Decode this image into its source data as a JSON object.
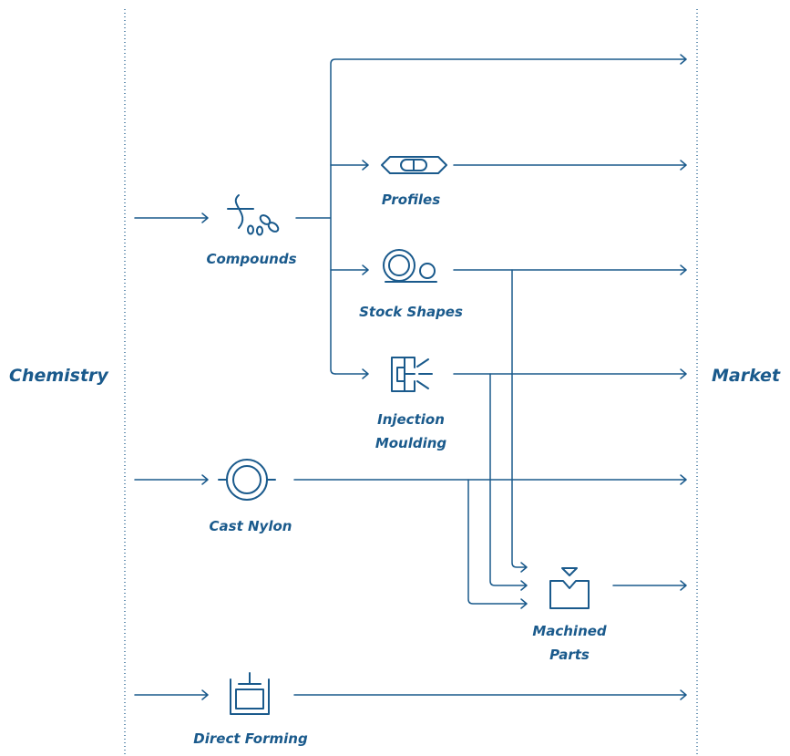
{
  "left_label": "Chemistry",
  "right_label": "Market",
  "nodes": {
    "compounds": "Compounds",
    "profiles": "Profiles",
    "stock_shapes": "Stock Shapes",
    "injection_moulding": [
      "Injection",
      "Moulding"
    ],
    "cast_nylon": "Cast Nylon",
    "machined_parts": [
      "Machined",
      "Parts"
    ],
    "direct_forming": "Direct Forming"
  },
  "colors": {
    "accent": "#1a5a8c",
    "background": "#ffffff"
  },
  "icons": {
    "compounds": "compounds-pellets-icon",
    "profiles": "profile-extrusion-icon",
    "stock_shapes": "stock-shapes-rod-icon",
    "injection_moulding": "injection-mould-icon",
    "cast_nylon": "cast-ring-icon",
    "machined_parts": "machining-icon",
    "direct_forming": "forming-press-icon"
  }
}
